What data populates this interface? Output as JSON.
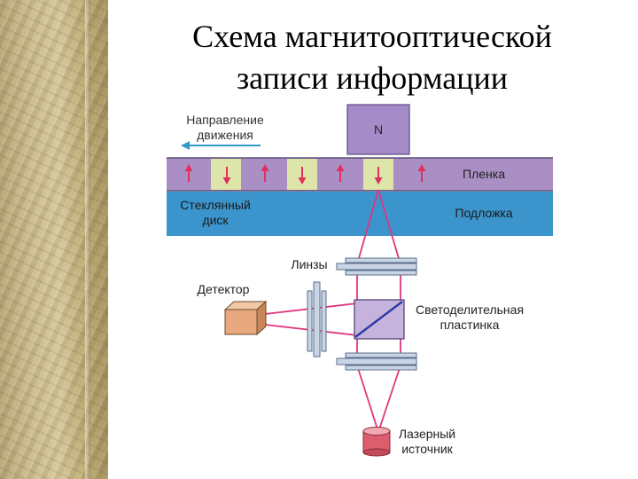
{
  "title": {
    "line1": "Схема магнитооптической",
    "line2": "записи информации"
  },
  "labels": {
    "direction_line1": "Направление",
    "direction_line2": "движения",
    "magnet": "N",
    "film": "Пленка",
    "glass_line1": "Стеклянный",
    "glass_line2": "диск",
    "substrate": "Подложка",
    "lenses": "Линзы",
    "detector": "Детектор",
    "splitter_line1": "Светоделительная",
    "splitter_line2": "пластинка",
    "laser_line1": "Лазерный",
    "laser_line2": "источник"
  },
  "colors": {
    "film": "#a98fc4",
    "film_light_domain": "#dde6a8",
    "substrate": "#3b95cc",
    "magnet": "#a58cc8",
    "beam": "#e0357e",
    "arrow": "#e0305c",
    "direction_arrow": "#2f9cc8",
    "splitter_line": "#2a3aa8",
    "lens": "#c9d4e6",
    "detector": "#e7a97d",
    "laser": "#dc5d6e"
  },
  "film_domains": [
    "up",
    "down",
    "up",
    "down",
    "up",
    "down",
    "up"
  ]
}
